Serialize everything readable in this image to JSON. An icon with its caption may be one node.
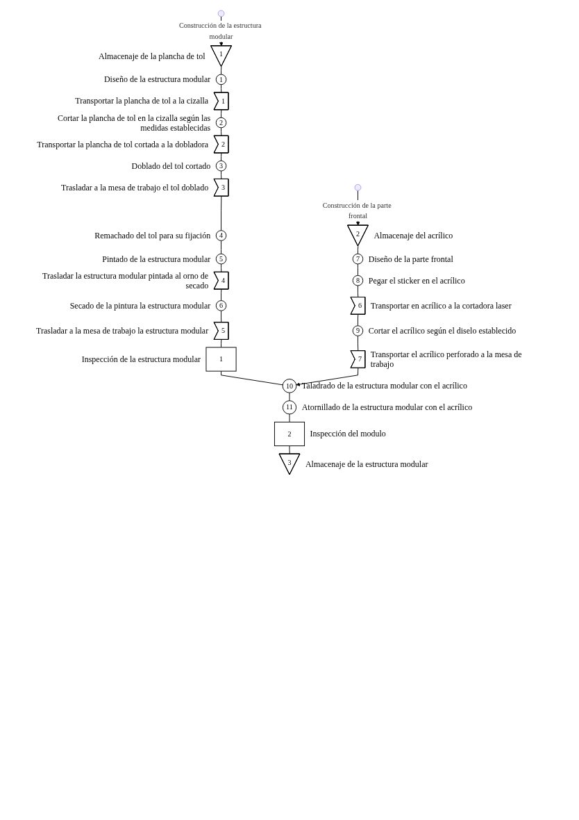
{
  "diagram": {
    "nodes": [
      {
        "text": [
          "1"
        ],
        "beside": [
          "Almacenaje de la plancha de tol"
        ]
      },
      {
        "text": [
          "1"
        ],
        "beside": [
          "Diseño de la estructura modular"
        ]
      },
      {
        "text": [
          "1"
        ],
        "beside": [
          "Transportar la plancha de tol a la cizalla"
        ]
      },
      {
        "text": [
          "2"
        ],
        "beside": [
          "Cortar la plancha de tol en la cizalla según las medidas establecidas"
        ]
      },
      {
        "text": [
          "2"
        ],
        "beside": [
          "Transportar la plancha de tol cortada a la dobladora"
        ]
      },
      {
        "text": [
          "3"
        ],
        "beside": [
          "Doblado del tol cortado"
        ]
      },
      {
        "text": [
          "3"
        ],
        "beside": [
          "Trasladar a la mesa de trabajo el tol doblado"
        ]
      },
      {
        "text": [
          "4"
        ],
        "beside": [
          "Remachado del tol para su fijación"
        ]
      },
      {
        "text": [
          "5"
        ],
        "beside": [
          "Pintado de la estructura modular"
        ]
      },
      {
        "text": [
          "4"
        ],
        "beside": [
          "Trasladar la estructura modular pintada al orno de secado"
        ]
      },
      {
        "text": [
          "6"
        ],
        "beside": [
          "Secado de la pintura la estructura modular"
        ]
      },
      {
        "text": [
          "5"
        ],
        "beside": [
          "Trasladar a la mesa de trabajo la estructura modular"
        ]
      },
      {
        "text": [
          "1"
        ],
        "beside": [
          "Inspección de la estructura modular"
        ]
      },
      {
        "text": [
          "10"
        ],
        "beside": [
          "Taladrado de la estructura modular con el acrílico"
        ]
      },
      {
        "text": [
          "11"
        ],
        "beside": [
          "Atornillado de la estructura modular con el acrílico"
        ]
      },
      {
        "text": [
          "2"
        ],
        "beside": [
          "Inspección del modulo"
        ]
      },
      {
        "text": [
          "3"
        ],
        "beside": [
          "Almacenaje de la estructura modular"
        ]
      },
      {
        "text": [
          "2"
        ],
        "beside": [
          "Almacenaje del acrílico"
        ]
      },
      {
        "text": [
          "7"
        ],
        "beside": [
          "Diseño de la parte frontal"
        ]
      },
      {
        "text": [
          "8"
        ],
        "beside": [
          "Pegar el sticker en el acrílico"
        ]
      },
      {
        "text": [
          "6"
        ],
        "beside": [
          "Transportar en acrílico a la cortadora laser"
        ]
      },
      {
        "text": [
          "9"
        ],
        "beside": [
          "Cortar el acrílico según el diselo establecido"
        ]
      },
      {
        "text": [
          "7"
        ],
        "beside": [
          "Transportar el acrílico perforado a la mesa de trabajo"
        ]
      }
    ],
    "edges": [
      {
        "from": null,
        "to": 0,
        "arrow": "to",
        "label": "Construcción de la estructura modular"
      },
      {
        "from": 0,
        "to": 1,
        "arrow": "none"
      },
      {
        "from": 1,
        "to": 2,
        "arrow": "none"
      },
      {
        "from": 2,
        "to": 3,
        "arrow": "none"
      },
      {
        "from": 3,
        "to": 4,
        "arrow": "none"
      },
      {
        "from": 4,
        "to": 5,
        "arrow": "none"
      },
      {
        "from": 5,
        "to": 6,
        "arrow": "none"
      },
      {
        "from": 6,
        "to": 7,
        "arrow": "none"
      },
      {
        "from": 7,
        "to": 8,
        "arrow": "none"
      },
      {
        "from": 8,
        "to": 9,
        "arrow": "none"
      },
      {
        "from": 9,
        "to": 10,
        "arrow": "none"
      },
      {
        "from": 10,
        "to": 11,
        "arrow": "none"
      },
      {
        "from": 11,
        "to": 12,
        "arrow": "none"
      },
      {
        "from": 12,
        "to": 13,
        "arrow": "none"
      },
      {
        "from": 13,
        "to": 14,
        "arrow": "none"
      },
      {
        "from": 14,
        "to": 15,
        "arrow": "none"
      },
      {
        "from": 15,
        "to": 16,
        "arrow": "none"
      },
      {
        "from": null,
        "to": 17,
        "arrow": "to",
        "label": "Construcción de la parte frontal"
      },
      {
        "from": 17,
        "to": 18,
        "arrow": "none"
      },
      {
        "from": 18,
        "to": 19,
        "arrow": "none"
      },
      {
        "from": 19,
        "to": 20,
        "arrow": "none"
      },
      {
        "from": 20,
        "to": 21,
        "arrow": "none"
      },
      {
        "from": 21,
        "to": 22,
        "arrow": "none"
      },
      {
        "from": 22,
        "to": 13,
        "arrow": "to"
      }
    ]
  }
}
